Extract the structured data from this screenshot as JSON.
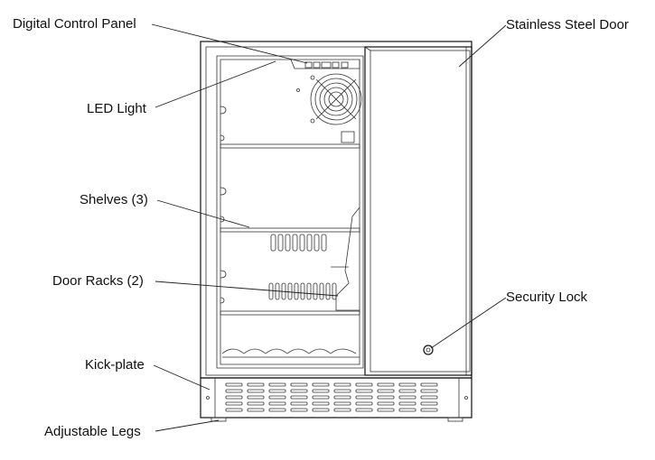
{
  "labels": {
    "digital_control_panel": "Digital Control Panel",
    "stainless_steel_door": "Stainless Steel Door",
    "led_light": "LED Light",
    "shelves": "Shelves (3)",
    "door_racks": "Door Racks (2)",
    "security_lock": "Security Lock",
    "kick_plate": "Kick-plate",
    "adjustable_legs": "Adjustable Legs"
  },
  "colors": {
    "line": "#222222",
    "background": "#ffffff"
  }
}
